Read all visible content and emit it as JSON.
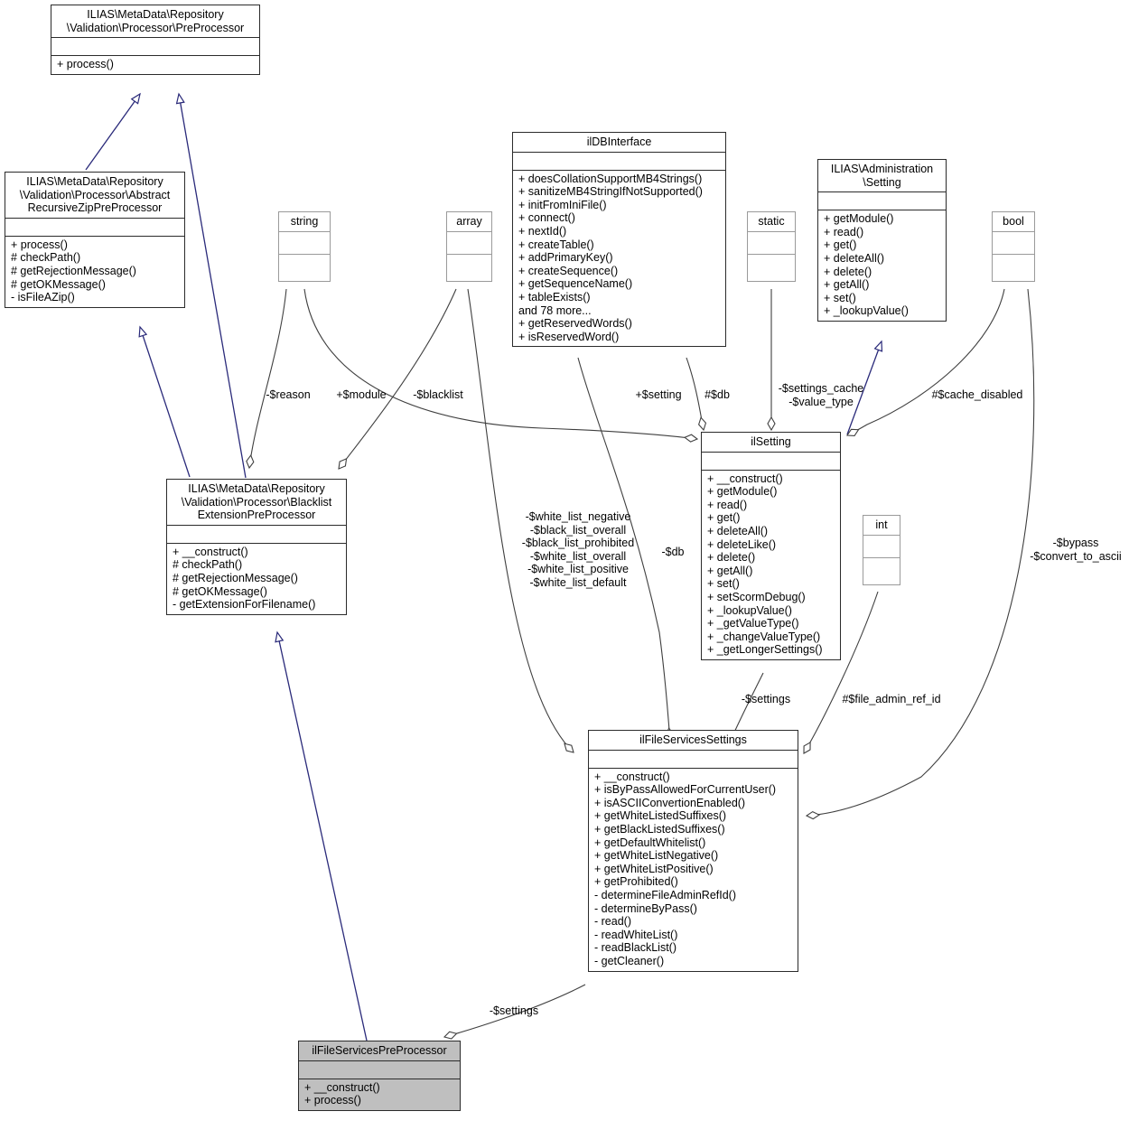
{
  "diagram": {
    "kind": "uml-class-collaboration-diagram",
    "background": "#ffffff",
    "inheritance_color": "#2a2a7a",
    "association_color": "#3f3f3f",
    "highlight_fill": "#bfbfbf"
  },
  "classes": {
    "preprocessor": {
      "title": "ILIAS\\MetaData\\Repository\n\\Validation\\Processor\\PreProcessor",
      "attributes": "",
      "operations": "+ process()"
    },
    "abstract_recursive_zip": {
      "title": "ILIAS\\MetaData\\Repository\n\\Validation\\Processor\\Abstract\n  RecursiveZipPreProcessor",
      "attributes": "",
      "operations": "+ process()\n# checkPath()\n# getRejectionMessage()\n# getOKMessage()\n- isFileAZip()"
    },
    "blacklist_extension": {
      "title": "ILIAS\\MetaData\\Repository\n\\Validation\\Processor\\Blacklist\n  ExtensionPreProcessor",
      "attributes": "",
      "operations": "+ __construct()\n# checkPath()\n# getRejectionMessage()\n# getOKMessage()\n- getExtensionForFilename()"
    },
    "ildbinterface": {
      "title": "ilDBInterface",
      "attributes": "",
      "operations": "+ doesCollationSupportMB4Strings()\n+ sanitizeMB4StringIfNotSupported()\n+ initFromIniFile()\n+ connect()\n+ nextId()\n+ createTable()\n+ addPrimaryKey()\n+ createSequence()\n+ getSequenceName()\n+ tableExists()\nand 78 more...\n+ getReservedWords()\n+ isReservedWord()"
    },
    "administration_setting": {
      "title": "ILIAS\\Administration\n\\Setting",
      "attributes": "",
      "operations": "+ getModule()\n+ read()\n+ get()\n+ deleteAll()\n+ delete()\n+ getAll()\n+ set()\n+ _lookupValue()"
    },
    "ilsetting": {
      "title": "ilSetting",
      "attributes": "",
      "operations": "+ __construct()\n+ getModule()\n+ read()\n+ get()\n+ deleteAll()\n+ deleteLike()\n+ delete()\n+ getAll()\n+ set()\n+ setScormDebug()\n+ _lookupValue()\n+ _getValueType()\n+ _changeValueType()\n+ _getLongerSettings()"
    },
    "ilfileservicessettings": {
      "title": "ilFileServicesSettings",
      "attributes": "",
      "operations": "+ __construct()\n+ isByPassAllowedForCurrentUser()\n+ isASCIIConvertionEnabled()\n+ getWhiteListedSuffixes()\n+ getBlackListedSuffixes()\n+ getDefaultWhitelist()\n+ getWhiteListNegative()\n+ getWhiteListPositive()\n+ getProhibited()\n- determineFileAdminRefId()\n- determineByPass()\n- read()\n- readWhiteList()\n- readBlackList()\n- getCleaner()"
    },
    "ilfileservicespreprocessor": {
      "title": "ilFileServicesPreProcessor",
      "attributes": "",
      "operations": "+ __construct()\n+ process()"
    },
    "type_string": {
      "title": "string",
      "attributes": "",
      "operations": ""
    },
    "type_array": {
      "title": "array",
      "attributes": "",
      "operations": ""
    },
    "type_static": {
      "title": "static",
      "attributes": "",
      "operations": ""
    },
    "type_bool": {
      "title": "bool",
      "attributes": "",
      "operations": ""
    },
    "type_int": {
      "title": "int",
      "attributes": "",
      "operations": ""
    }
  },
  "edge_labels": {
    "reason": "-$reason",
    "module": "+$module",
    "blacklist": "-$blacklist",
    "setting": "+$setting",
    "db_top": "#$db",
    "settings_cache": "-$settings_cache\n-$value_type",
    "cache_disabled": "#$cache_disabled",
    "white_black_lists": "-$white_list_negative\n-$black_list_overall\n-$black_list_prohibited\n-$white_list_overall\n-$white_list_positive\n-$white_list_default",
    "db_mid": "-$db",
    "settings_mid": "-$settings",
    "file_admin_ref_id": "#$file_admin_ref_id",
    "bypass_convert": "-$bypass\n-$convert_to_ascii",
    "settings_bottom": "-$settings"
  }
}
